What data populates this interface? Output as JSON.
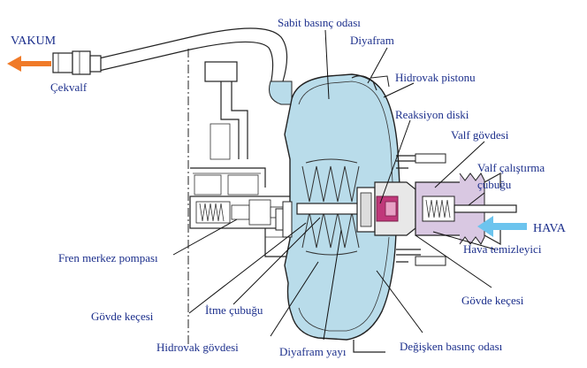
{
  "labels": {
    "vakum": "VAKUM",
    "cekvalf": "Çekvalf",
    "sabit_basinc_odasi": "Sabit basınç odası",
    "diyafram": "Diyafram",
    "hidrovak_pistonu": "Hidrovak pistonu",
    "reaksiyon_diski": "Reaksiyon diski",
    "valf_govdesi": "Valf gövdesi",
    "valf_calistirma_1": "Valf çalıştırma",
    "valf_calistirma_2": "çubuğu",
    "hava": "HAVA",
    "hava_temizleyici": "Hava temizleyici",
    "fren_merkez_pompasi": "Fren merkez pompası",
    "govde_kecesi_left": "Gövde keçesi",
    "itme_cubugu": "İtme çubuğu",
    "govde_kecesi_right": "Gövde keçesi",
    "hidrovak_govdesi": "Hidrovak gövdesi",
    "diyafram_yayi": "Diyafram yayı",
    "degisken_basinc_odasi": "Değişken basınç odası"
  },
  "colors": {
    "label_text": "#1c2f8c",
    "chamber_fill": "#b9dcea",
    "arrow_vacuum": "#f07a28",
    "arrow_air": "#6cc4ee",
    "reaction_part": "#c0387a"
  }
}
